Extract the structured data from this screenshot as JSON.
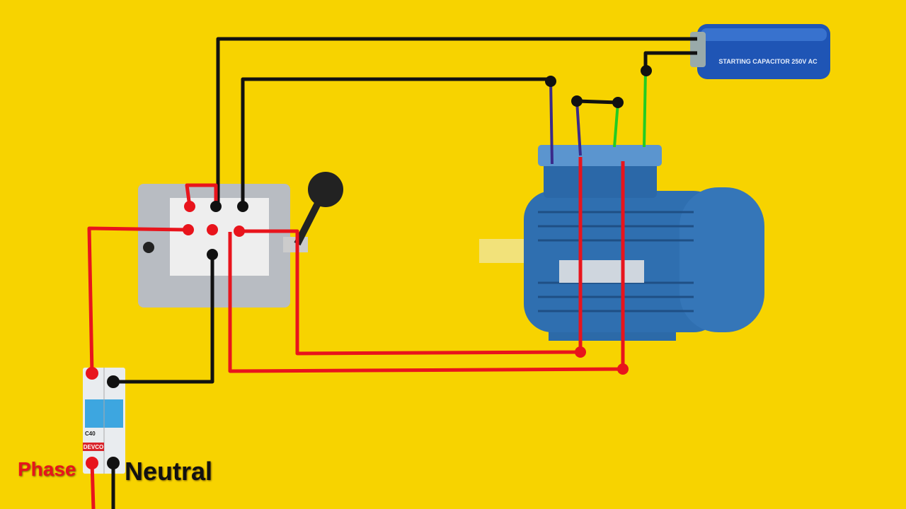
{
  "labels": {
    "phase": "Phase",
    "neutral": "Neutral"
  },
  "breaker": {
    "brand": "DEVCO",
    "rating": "C40"
  },
  "capacitor": {
    "text": "STARTING CAPACITOR 250V AC"
  },
  "colors": {
    "background": "#f7d300",
    "phase_wire": "#e8141c",
    "neutral_wire": "#111111",
    "capacitor_wire": "#22cc22",
    "motor_lead": "#3a2a8a",
    "motor": "#2f6fb0"
  },
  "components": [
    "changeover-switch",
    "motor",
    "capacitor",
    "circuit-breaker"
  ]
}
